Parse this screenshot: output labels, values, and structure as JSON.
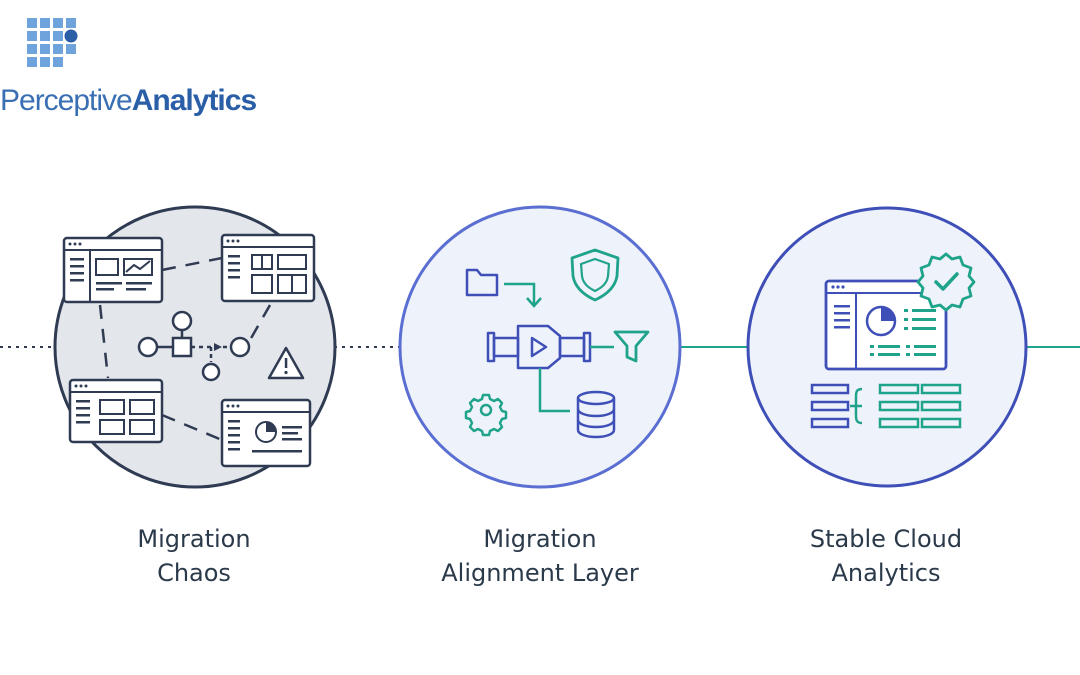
{
  "logo": {
    "word1": "Perceptive",
    "word2": "Analytics"
  },
  "stages": [
    {
      "line1": "Migration",
      "line2": "Chaos"
    },
    {
      "line1": "Migration",
      "line2": "Alignment Layer"
    },
    {
      "line1": "Stable Cloud",
      "line2": "Analytics"
    }
  ],
  "icons": [
    "dashboard-window-icon",
    "workflow-node-icon",
    "warning-icon",
    "folder-icon",
    "shield-icon",
    "pipe-valve-icon",
    "filter-icon",
    "gear-icon",
    "database-icon",
    "checkmark-badge-icon",
    "pie-chart-icon",
    "table-mapping-icon"
  ],
  "colors": {
    "brand_blue": "#3a6fb4",
    "chaos_fill": "#e3e6eb",
    "chaos_stroke": "#2f3b52",
    "align_fill": "#eef2fb",
    "align_stroke": "#5a6fd1",
    "teal": "#1fa38a",
    "navy": "#3f4fb8"
  }
}
